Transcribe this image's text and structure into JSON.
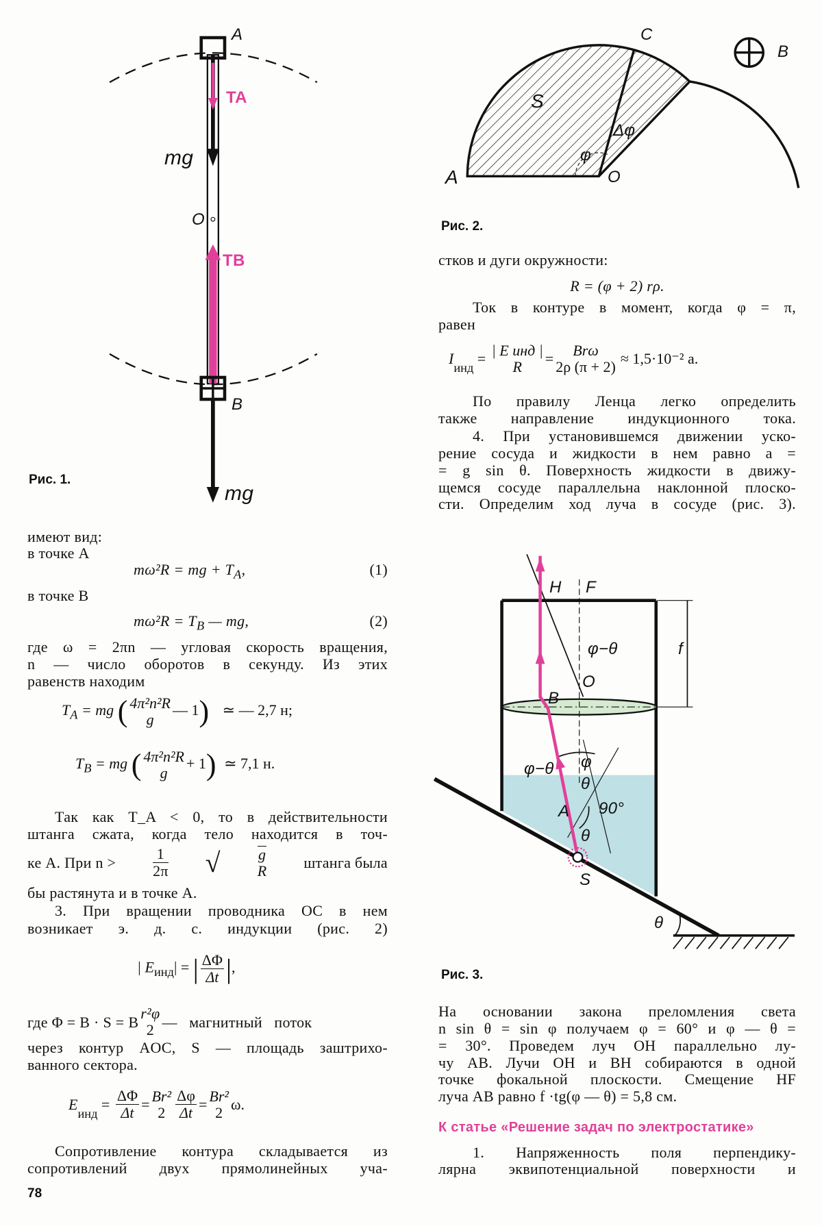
{
  "figure1": {
    "caption": "Рис. 1.",
    "labels": {
      "A": "A",
      "B": "B",
      "O": "O",
      "mg_top": "mg",
      "mg_bottom": "mg",
      "TA": "TA",
      "TB": "TB"
    }
  },
  "figure2": {
    "caption": "Рис. 2.",
    "labels": {
      "A": "A",
      "O": "O",
      "C": "C",
      "S": "S",
      "B": "B",
      "phi": "φ",
      "dphi": "Δφ"
    }
  },
  "figure3": {
    "caption": "Рис. 3.",
    "labels": {
      "H": "H",
      "F": "F",
      "O": "O",
      "B": "B",
      "A": "A",
      "S": "S",
      "f": "f",
      "phi_theta_top": "φ−θ",
      "phi_theta_low": "φ−θ",
      "phi": "φ",
      "theta1": "θ",
      "theta2": "θ",
      "theta3": "θ",
      "angle90": "90°"
    }
  },
  "left": {
    "l1": "имеют вид:",
    "l2": "в точке A",
    "eq1": "mω²R = mg + T",
    "eq1_sub": "A",
    "eq1_tail": ",",
    "eq1_num": "(1)",
    "l3": "в точке B",
    "eq2": "mω²R = T",
    "eq2_sub": "B",
    "eq2_tail": " — mg,",
    "eq2_num": "(2)",
    "l4": "где  ω = 2πn — угловая скорость вращения,",
    "l5": "n — число оборотов в секунду. Из этих",
    "l6": "равенств находим",
    "ta_lhs": "T",
    "ta_sub": "A",
    "ta_eq": " = mg",
    "ta_num": "4π²n²R",
    "ta_den": "g",
    "ta_tail": "— 1",
    "ta_res": "≃ — 2,7  н;",
    "tb_lhs": "T",
    "tb_sub": "B",
    "tb_eq": " = mg",
    "tb_num": "4π²n²R",
    "tb_den": "g",
    "tb_tail": "+ 1",
    "tb_res": "≃ 7,1  н.",
    "l7": "Так как T_A < 0, то в действительности",
    "l8": "штанга сжата, когда тело находится в точ-",
    "l9a": "ке A. При  n >",
    "l9_num": "1",
    "l9_den": "2π",
    "l9_sqrt_num": "g",
    "l9_sqrt_den": "R",
    "l9b": "штанга  была",
    "l10": "бы растянута и в точке A.",
    "l11": "3. При вращении проводника OC в нем",
    "l12": "возникает э. д. с. индукции (рис. 2)",
    "e_lhs": "| E",
    "e_sub": "инд",
    "e_mid": "| =",
    "e_num": "ΔΦ",
    "e_den": "Δt",
    "e_tail": ",",
    "l13a": "где  Φ = B · S = B",
    "l13_num": "r²φ",
    "l13_den": "2",
    "l13b": "—   магнитный   поток",
    "l14": "через  контур  AOC,  S — площадь заштрихо-",
    "l15": "ванного сектора.",
    "ei_lhs": "E",
    "ei_sub": "инд",
    "ei_eq": " = ",
    "ei_n1": "ΔΦ",
    "ei_d1": "Δt",
    "ei_n2": "Br²",
    "ei_d2": "2",
    "ei_n3": "Δφ",
    "ei_d3": "Δt",
    "ei_n4": "Br²",
    "ei_d4": "2",
    "ei_tail": "ω.",
    "l16": "Сопротивление контура складывается из",
    "l17": "сопротивлений двух   прямолинейных уча-",
    "page_number": "78"
  },
  "right": {
    "r1": "стков и дуги окружности:",
    "r2": "R = (φ + 2) rρ.",
    "r3": "Ток в контуре в момент, когда φ = π,",
    "r4": "равен",
    "i_lhs": "I",
    "i_sub": "инд",
    "i_eq": " = ",
    "i_n1": "| E инд |",
    "i_d1": "R",
    "i_n2": "Brω",
    "i_d2": "2ρ (π + 2)",
    "i_res": "≈ 1,5·10⁻² а.",
    "r5": "По правилу Ленца легко определить",
    "r6": "также направление индукционного тока.",
    "r7": "4. При установившемся движении уско-",
    "r8": "рение сосуда и жидкости в нем равно a =",
    "r9": "= g sin θ. Поверхность жидкости в движу-",
    "r10": "щемся сосуде параллельна наклонной плоско-",
    "r11": "сти. Определим ход луча в сосуде (рис. 3).",
    "r12": "На основании закона преломления света",
    "r13": "n sin θ = sin φ получаем φ = 60° и φ — θ =",
    "r14": "= 30°. Проведем луч OH параллельно лу-",
    "r15": "чу AB. Лучи OH и BH собираются в одной",
    "r16": "точке фокальной плоскости. Смещение HF",
    "r17": "луча  AB  равно  f ·tg(φ — θ) = 5,8  см.",
    "heading": "К статье «Решение задач по электростатике»",
    "r18": "1. Напряженность поля    перпендику-",
    "r19": "лярна эквипотенциальной   поверхности и"
  },
  "colors": {
    "accent": "#e0409a",
    "water": "#bfe0e4",
    "text": "#111111"
  }
}
